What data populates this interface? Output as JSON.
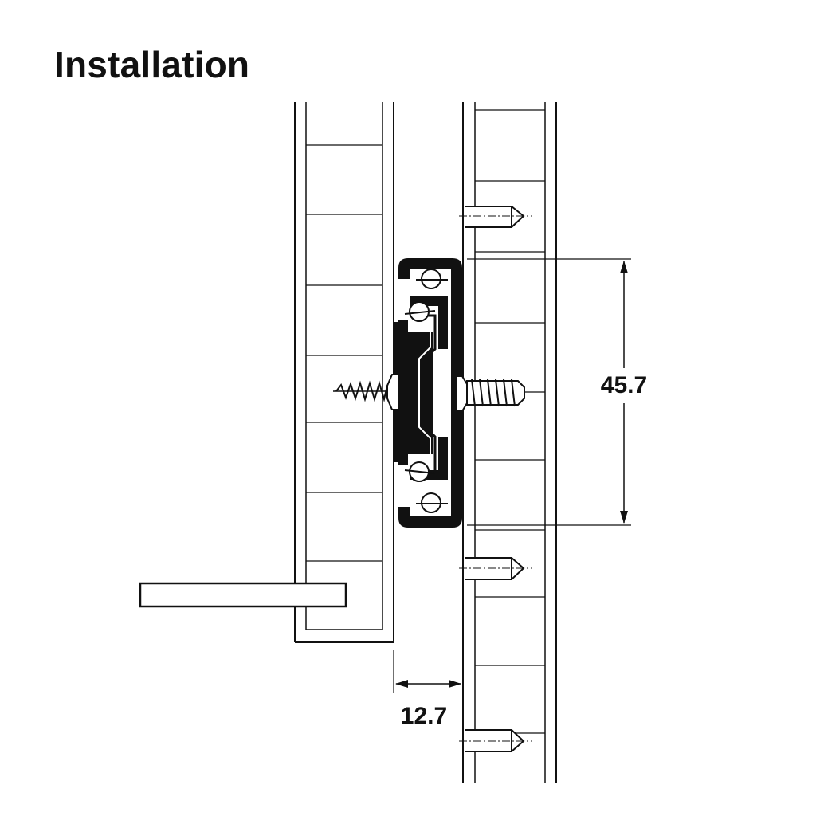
{
  "title": "Installation",
  "dimensions": {
    "slide_height": "45.7",
    "side_clearance": "12.7"
  },
  "colors": {
    "ink": "#111111",
    "background": "#ffffff"
  }
}
